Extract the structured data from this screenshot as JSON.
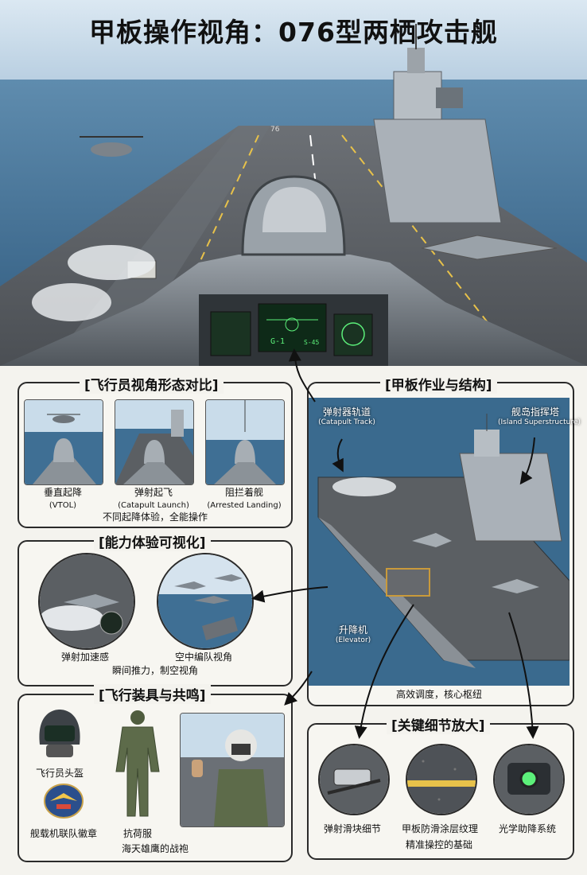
{
  "title": "甲板操作视角：076型两栖攻击舰",
  "hero": {
    "deck_number": "76",
    "hud_left": "G-1",
    "hud_right": "S-45"
  },
  "pilot_views": {
    "heading": "[飞行员视角形态对比]",
    "items": [
      {
        "label": "垂直起降",
        "sublabel": "(VTOL)"
      },
      {
        "label": "弹射起飞",
        "sublabel": "(Catapult Launch)"
      },
      {
        "label": "阻拦着舰",
        "sublabel": "(Arrested Landing)"
      }
    ],
    "caption": "不同起降体验，全能操作"
  },
  "capability": {
    "heading": "[能力体验可视化]",
    "items": [
      {
        "label": "弹射加速感"
      },
      {
        "label": "空中编队视角"
      }
    ],
    "caption": "瞬间推力，制空视角"
  },
  "gear": {
    "heading": "[飞行装具与共鸣]",
    "helmet_label": "飞行员头盔",
    "patch_label": "舰载机联队徽章",
    "suit_label": "抗荷服",
    "caption": "海天雄鹰的战袍"
  },
  "deck_ops": {
    "heading": "[甲板作业与结构]",
    "catapult": {
      "label": "弹射器轨道",
      "sublabel": "(Catapult Track)"
    },
    "island": {
      "label": "舰岛指挥塔",
      "sublabel": "(Island Superstructure)"
    },
    "elevator": {
      "label": "升降机",
      "sublabel": "(Elevator)"
    },
    "caption": "高效调度，核心枢纽"
  },
  "details": {
    "heading": "[关键细节放大]",
    "items": [
      {
        "label": "弹射滑块细节"
      },
      {
        "label": "甲板防滑涂层纹理"
      },
      {
        "label": "光学助降系统"
      }
    ],
    "caption": "精准操控的基础"
  },
  "colors": {
    "sea": "#3f6f94",
    "sky": "#c9dcea",
    "deck": "#5b5f63",
    "marking": "#e8c24a",
    "suit": "#5d6b4a",
    "hud": "#5cf07a"
  }
}
